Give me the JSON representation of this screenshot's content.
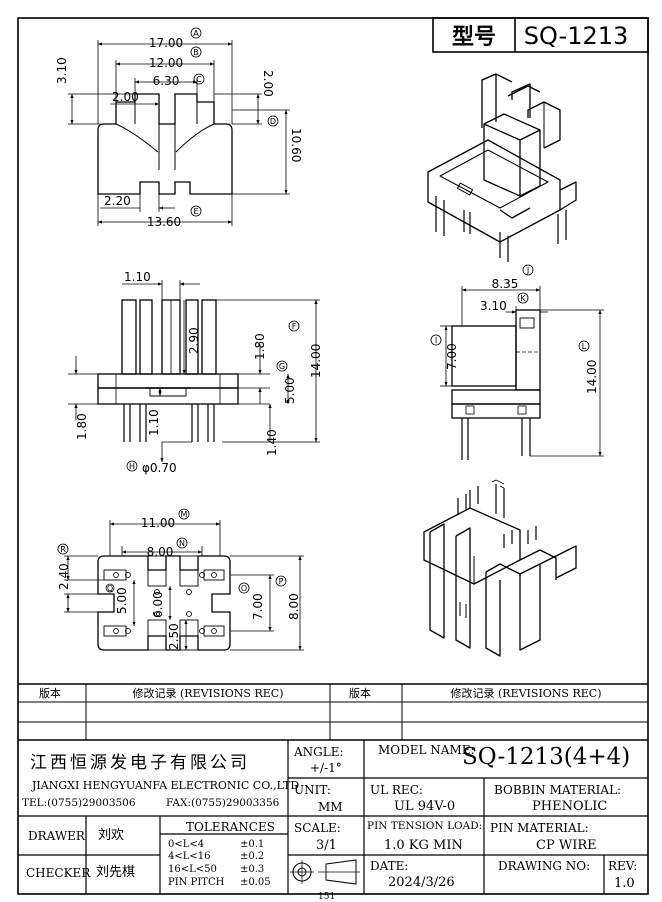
{
  "header": {
    "model_label": "型号",
    "model_value": "SQ-1213"
  },
  "top_view": {
    "dims": [
      "17.00",
      "12.00",
      "6.30",
      "2.00",
      "2.00",
      "3.10",
      "10.60",
      "2.20",
      "13.60"
    ],
    "markers": [
      "A",
      "B",
      "C",
      "D",
      "E"
    ]
  },
  "front_view": {
    "dims": [
      "1.10",
      "2.90",
      "1.80",
      "14.00",
      "5.00",
      "1.80",
      "1.10",
      "1.40",
      "φ0.70"
    ],
    "markers": [
      "F",
      "G",
      "H"
    ]
  },
  "side_view": {
    "dims": [
      "8.35",
      "3.10",
      "7.00",
      "14.00"
    ],
    "markers": [
      "J",
      "K",
      "I",
      "L"
    ]
  },
  "bottom_view": {
    "dims": [
      "11.00",
      "8.00",
      "2.40",
      "5.00",
      "6.00",
      "2.50",
      "7.00",
      "8.00"
    ],
    "markers": [
      "M",
      "N",
      "R",
      "Q",
      "O",
      "P"
    ]
  },
  "revisions": {
    "col_version": "版本",
    "col_record": "修改记录 (REVISIONS REC)",
    "col_version2": "版本",
    "col_record2": "修改记录 (REVISIONS REC)"
  },
  "company": {
    "name_cn": "江西恒源发电子有限公司",
    "name_en": "JIANGXI HENGYUANFA ELECTRONIC CO.,LTD",
    "tel": "TEL:(0755)29003506",
    "fax": "FAX:(0755)29003356"
  },
  "title_block": {
    "angle_label": "ANGLE:",
    "angle_value": "+/-1°",
    "model_name_label": "MODEL NAME:",
    "model_name_value": "SQ-1213(4+4)",
    "unit_label": "UNIT:",
    "unit_value": "MM",
    "ul_label": "UL REC:",
    "ul_value": "UL 94V-0",
    "bobbin_label": "BOBBIN MATERIAL:",
    "bobbin_value": "PHENOLIC",
    "scale_label": "SCALE:",
    "scale_value": "3/1",
    "tension_label": "PIN TENSION LOAD:",
    "tension_value": "1.0 KG MIN",
    "pin_mat_label": "PIN MATERIAL:",
    "pin_mat_value": "CP WIRE",
    "date_label": "DATE:",
    "date_value": "2024/3/26",
    "drawing_no_label": "DRAWING NO:",
    "rev_label": "REV:",
    "rev_value": "1.0",
    "drawer_label": "DRAWER",
    "drawer_value": "刘欢",
    "checker_label": "CHECKER",
    "checker_value": "刘先棋",
    "tolerances_label": "TOLERANCES",
    "tol_rows": [
      {
        "range": "0<L<4",
        "value": "±0.1"
      },
      {
        "range": "4<L<16",
        "value": "±0.2"
      },
      {
        "range": "16<L<50",
        "value": "±0.3"
      },
      {
        "range": "PIN PITCH",
        "value": "±0.05"
      }
    ],
    "stray": "151"
  }
}
